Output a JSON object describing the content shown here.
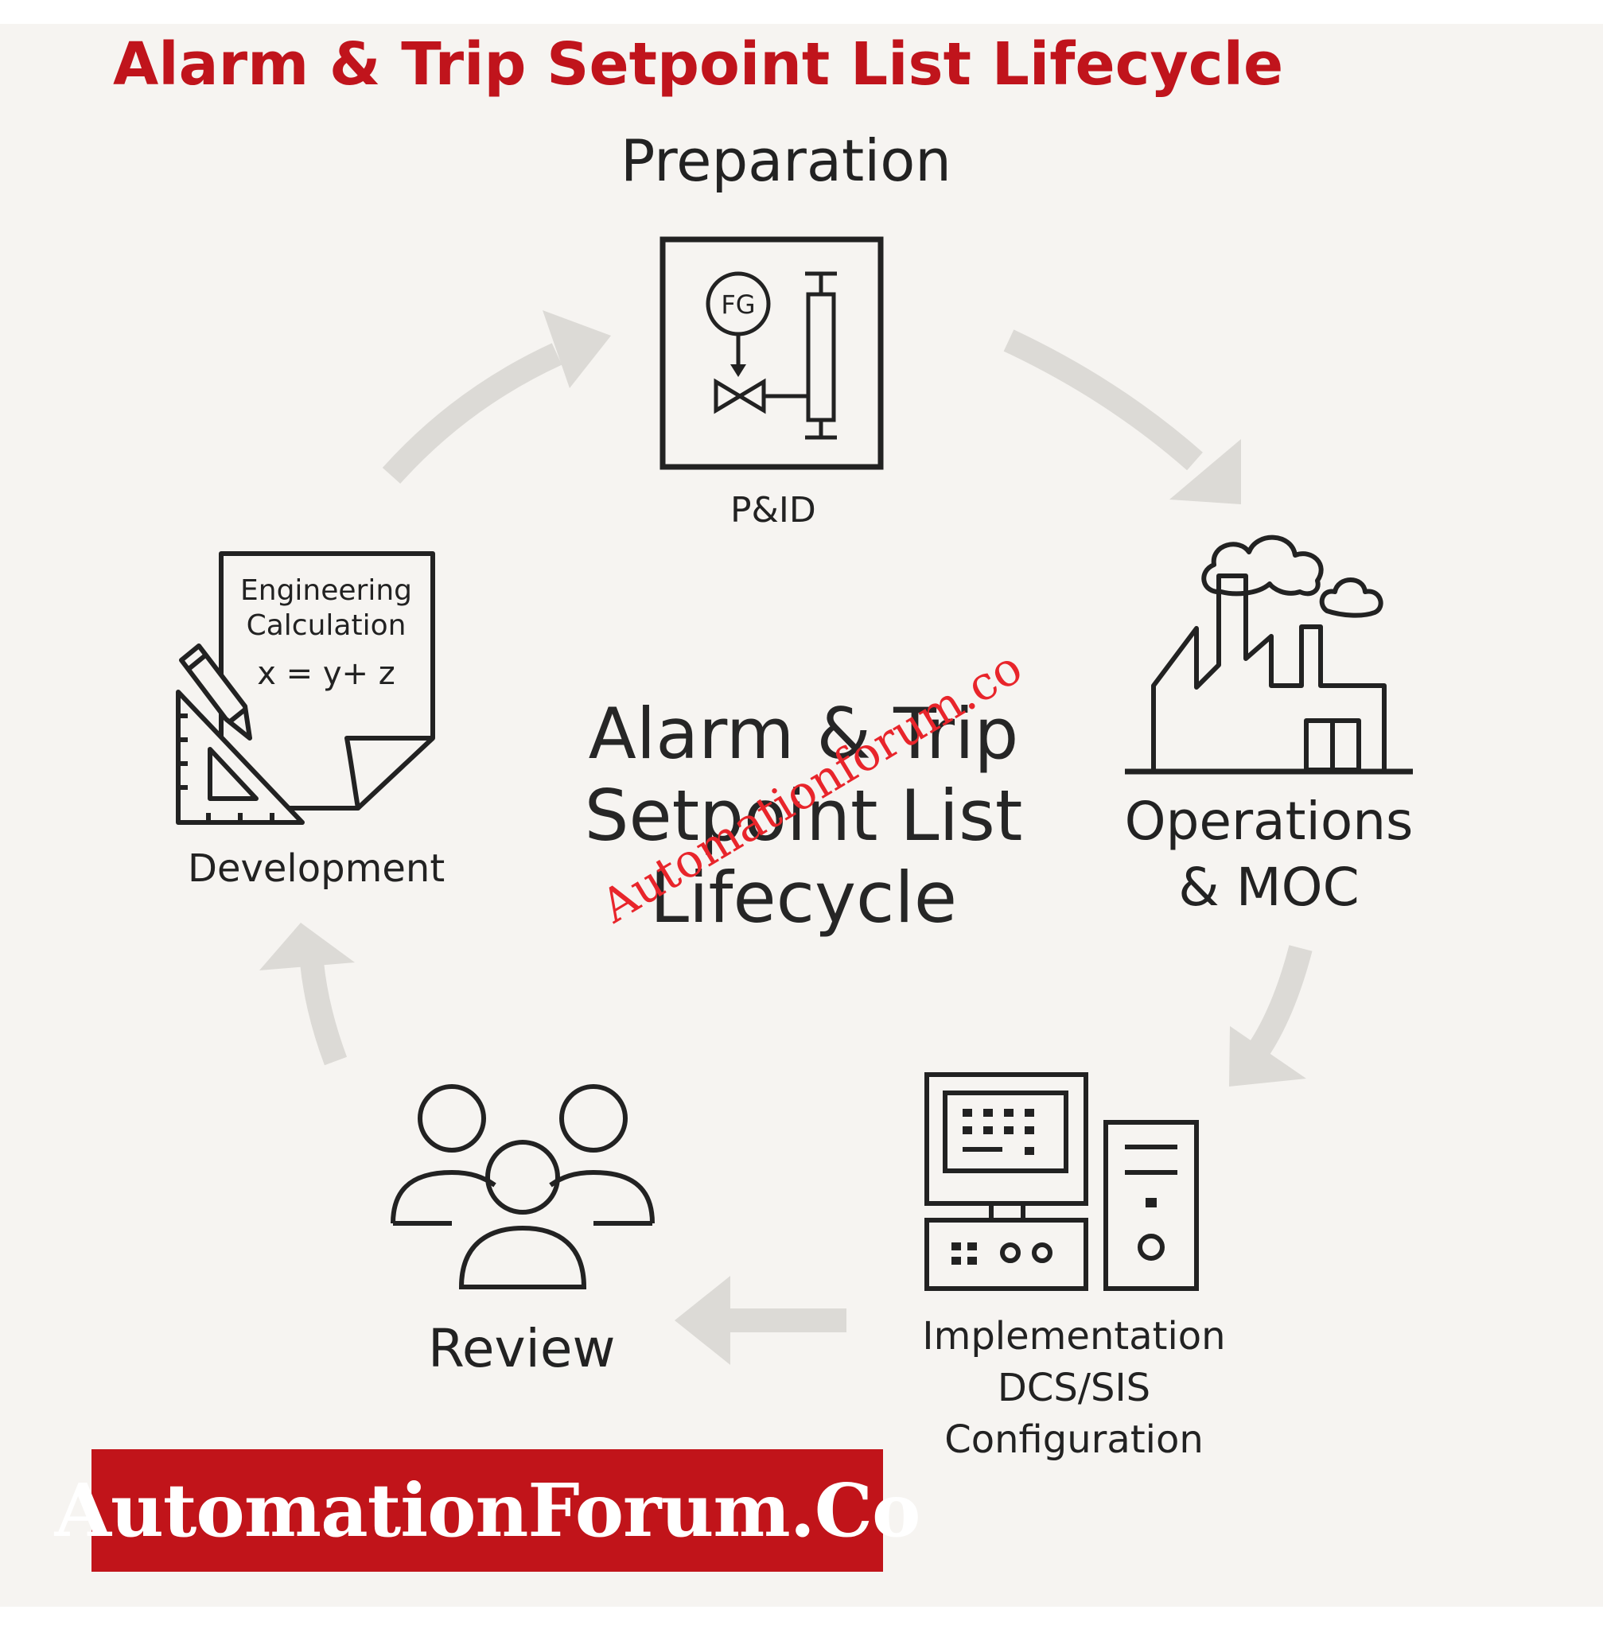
{
  "title": "Alarm & Trip Setpoint List Lifecycle",
  "center_title": [
    "Alarm & Trip",
    "Setpoint List",
    "Lifecycle"
  ],
  "watermark": "Automationforum.co",
  "stages": {
    "preparation": {
      "title": "Preparation",
      "icon_label": "P&ID",
      "instrument_tag": "FG",
      "icon": "pid-diagram-icon"
    },
    "operations": {
      "label_lines": [
        "Operations",
        "& MOC"
      ],
      "icon": "factory-icon"
    },
    "implementation": {
      "label_lines": [
        "Implementation",
        "DCS/SIS",
        "Configuration"
      ],
      "icon": "computer-workstation-icon"
    },
    "review": {
      "label": "Review",
      "icon": "team-group-icon"
    },
    "development": {
      "label": "Development",
      "document_lines": [
        "Engineering",
        "Calculation",
        "x = y+ z"
      ],
      "icon": "engineering-document-icon"
    }
  },
  "brand": "AutomationForum.Co",
  "colors": {
    "title": "#c0141c",
    "brand_bg": "#c1141a",
    "brand_text": "#ffffff",
    "watermark": "#e8252b",
    "arrow": "#dcdad6",
    "icon_stroke": "#222222",
    "background": "#f6f4f1"
  }
}
